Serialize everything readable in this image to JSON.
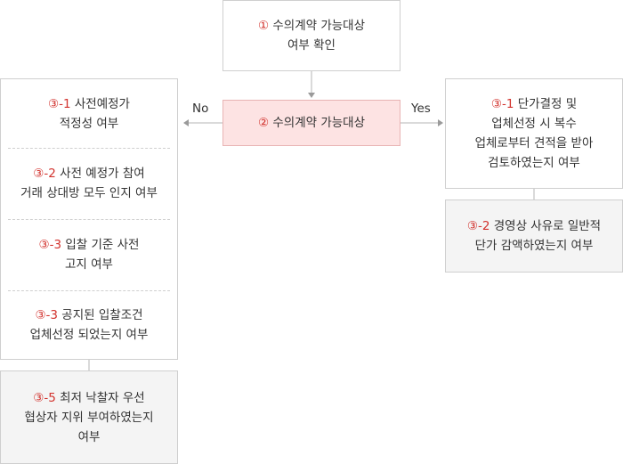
{
  "top_box": {
    "num": "①",
    "line1": " 수의계약 가능대상",
    "line2": "여부 확인"
  },
  "center_box": {
    "num": "②",
    "line1": " 수의계약 가능대상"
  },
  "no_label": "No",
  "yes_label": "Yes",
  "left_box": {
    "sections": [
      {
        "num": "③-1",
        "line1": " 사전예정가",
        "line2": "적정성 여부"
      },
      {
        "num": "③-2",
        "line1": " 사전 예정가 참여",
        "line2": "거래 상대방 모두 인지 여부"
      },
      {
        "num": "③-3",
        "line1": " 입찰 기준 사전",
        "line2": "고지 여부"
      },
      {
        "num": "③-3",
        "line1": " 공지된 입찰조건",
        "line2": "업체선정 되었는지 여부"
      }
    ]
  },
  "left_bottom_box": {
    "num": "③-5",
    "line1": " 최저 낙찰자 우선",
    "line2": "협상자 지위 부여하였는지",
    "line3": "여부"
  },
  "right_box": {
    "num": "③-1",
    "line1": " 단가결정 및",
    "line2": "업체선정 시 복수",
    "line3": "업체로부터 견적을 받아",
    "line4": "검토하였는지 여부"
  },
  "right_bottom_box": {
    "num": "③-2",
    "line1": " 경영상 사유로 일반적",
    "line2": "단가 감액하였는지 여부"
  },
  "colors": {
    "accent_number": "#d2322d",
    "highlight_fill": "#fde3e3",
    "grey_fill": "#f4f4f4",
    "border": "#cfcfcf",
    "connector": "#b5b5b5"
  }
}
